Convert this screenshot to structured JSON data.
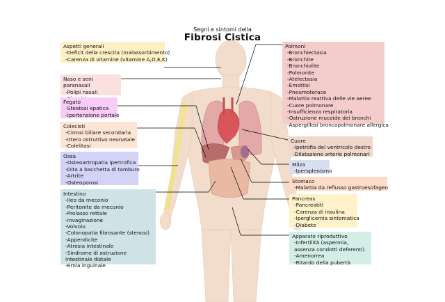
{
  "colors": {
    "general": "#fdf0c4",
    "naso": "#fbe0e0",
    "fegato": "#f8ccf6",
    "colecisti": "#fde4d4",
    "ossa": "#d3d3f7",
    "intestino": "#cfe2e6",
    "polmoni": "#f5cccc",
    "cuore": "#f0d7cb",
    "milza": "#d8e0f0",
    "stomaco": "#fbdcc8",
    "pancreas": "#fdf2c9",
    "riproduttivo": "#d2eee6"
  },
  "title": {
    "subtitle": "Segni e sintomi della",
    "main": "Fibrosi Cistica"
  },
  "boxes": {
    "general": {
      "header": "Aspetti generali",
      "items": [
        "-Deficit della crescita (malassorbimento)",
        "-Carenza di vitamine (vitamine A,D,E,K)"
      ]
    },
    "naso": {
      "header": "Naso e seni paranasali",
      "items": [
        "-Polipi nasali",
        "-Sinusiti"
      ]
    },
    "fegato": {
      "header": "Fegato",
      "items": [
        "-Steatosi epatica",
        "-Ipertensione portale"
      ]
    },
    "colecisti": {
      "header": "Colecisti",
      "items": [
        "-Cirrosi biliare secondaria",
        "-Ittero ostruttivo neonatale",
        "-Colelitasi"
      ]
    },
    "ossa": {
      "header": "Ossa",
      "items": [
        "-Osteoartropatia ipertrofica",
        "-Dita a bacchetta di tamburo",
        "-Artrite",
        "-Osteoporosi"
      ]
    },
    "intestino": {
      "header": "Intestino",
      "items": [
        "-Ileo da meconio",
        "-Peritonite da meconio",
        "-Prolasso rettale",
        "-Invaginazione",
        "-Volvolo",
        "-Colonopatia fibrosante (stenosi)",
        "-Appendicite",
        "-Atresia intestinale",
        "-Sindrome di ostruzione intestinale distale",
        "-Ernia inguinale"
      ]
    },
    "polmoni": {
      "header": "Polmoni",
      "items": [
        "-Bronchiectasia",
        "-Bronchite",
        "-Bronchiolite",
        "-Polmonite",
        "-Atelectasia",
        "-Emottisi",
        "-Pneumotorace",
        "-Malattia reattiva delle vie aeree",
        "-Cuore polmonare",
        "-Insufficienza respiratoria",
        "-Ostruzione mucoide dei bronchi",
        "-Aspergillosi broncopolmonare allergica"
      ]
    },
    "cuore": {
      "header": "Cuore",
      "items": [
        "-Ipetrofia del ventricolo destro",
        "-Dilatazione arterie polmonari"
      ]
    },
    "milza": {
      "header": "Milza",
      "items": [
        "-Ipersplenismo"
      ]
    },
    "stomaco": {
      "header": "Stomaco",
      "items": [
        "-Malattia da reflusso gastroesofageo"
      ]
    },
    "pancreas": {
      "header": "Pancreas",
      "items": [
        "-Pancreatiti",
        "-Carenza di insulina",
        "-Iperglicemia sintomatica",
        "-Diabete"
      ]
    },
    "riproduttivo": {
      "header": "Apparato riproduttivo",
      "items": [
        "-Infertilità (aspermia, assenza condotti deferenti)",
        "-Amenorrea",
        "-Ritardo della pubertà"
      ]
    }
  }
}
